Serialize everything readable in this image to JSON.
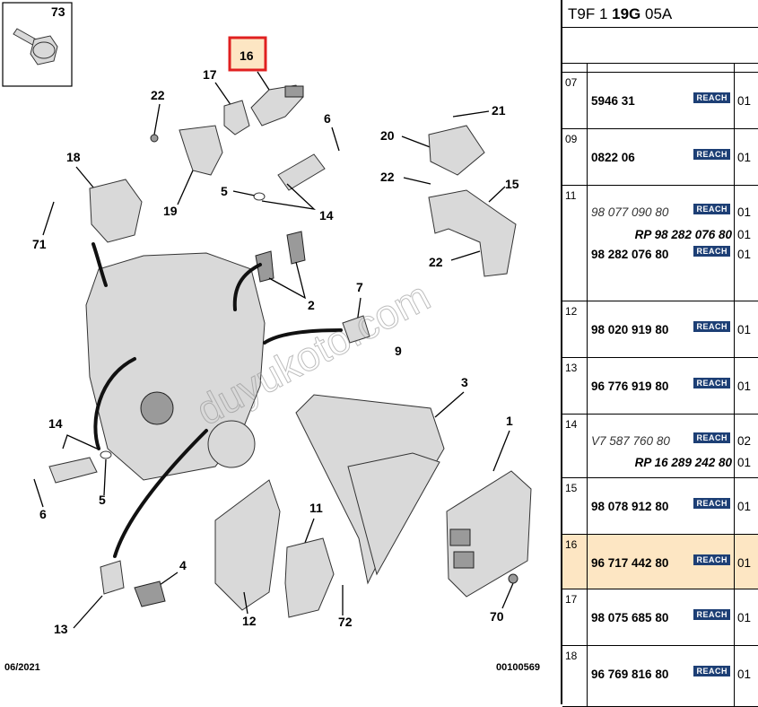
{
  "panel": {
    "header": {
      "prefix": "T9F 1",
      "bold": "19G",
      "suffix": "05A"
    },
    "rows": [
      {
        "index": "07",
        "height": 63,
        "entries": [
          {
            "ref": "5946 31",
            "reach": "REACH",
            "qty": "01"
          }
        ]
      },
      {
        "index": "09",
        "height": 63,
        "entries": [
          {
            "ref": "0822 06",
            "reach": "REACH",
            "qty": "01"
          }
        ]
      },
      {
        "index": "11",
        "height": 129,
        "entries": [
          {
            "ref": "98 077 090 80",
            "style": "alt",
            "reach": "REACH",
            "qty": "01"
          },
          {
            "ref": "RP 98 282 076 80",
            "style": "rp",
            "qty": "01"
          },
          {
            "ref": "98 282 076 80",
            "reach": "REACH",
            "qty": "01"
          }
        ]
      },
      {
        "index": "12",
        "height": 63,
        "entries": [
          {
            "ref": "98 020 919 80",
            "reach": "REACH",
            "qty": "01"
          }
        ]
      },
      {
        "index": "13",
        "height": 63,
        "entries": [
          {
            "ref": "96 776 919 80",
            "reach": "REACH",
            "qty": "01"
          }
        ]
      },
      {
        "index": "14",
        "height": 71,
        "entries": [
          {
            "ref": "V7 587 760 80",
            "style": "alt",
            "reach": "REACH",
            "qty": "02"
          },
          {
            "ref": "RP 16 289 242 80",
            "style": "rp",
            "qty": "01"
          }
        ]
      },
      {
        "index": "15",
        "height": 63,
        "entries": [
          {
            "ref": "98 078 912 80",
            "reach": "REACH",
            "qty": "01"
          }
        ]
      },
      {
        "index": "16",
        "height": 61,
        "selected": true,
        "entries": [
          {
            "ref": "96 717 442 80",
            "reach": "REACH",
            "qty": "01"
          }
        ]
      },
      {
        "index": "17",
        "height": 63,
        "entries": [
          {
            "ref": "98 075 685 80",
            "reach": "REACH",
            "qty": "01"
          }
        ]
      },
      {
        "index": "18",
        "height": 68,
        "entries": [
          {
            "ref": "96 769 816 80",
            "reach": "REACH",
            "qty": "01"
          }
        ]
      }
    ]
  },
  "diagram": {
    "callouts": {
      "c73": "73",
      "c16": "16",
      "c17": "17",
      "c22a": "22",
      "c6a": "6",
      "c21": "21",
      "c20": "20",
      "c18": "18",
      "c5a": "5",
      "c14a": "14",
      "c19": "19",
      "c22b": "22",
      "c15": "15",
      "c71": "71",
      "c22c": "22",
      "c2": "2",
      "c7": "7",
      "c9": "9",
      "c3": "3",
      "c14b": "14",
      "c1": "1",
      "c5b": "5",
      "c6b": "6",
      "c11": "11",
      "c4": "4",
      "c12": "12",
      "c72": "72",
      "c70": "70",
      "c13": "13"
    },
    "watermark": "duyukoto.com",
    "date": "06/2021",
    "drawing_number": "00100569",
    "highlight_color": "#e02020",
    "selected_fill": "#fde6c3"
  }
}
